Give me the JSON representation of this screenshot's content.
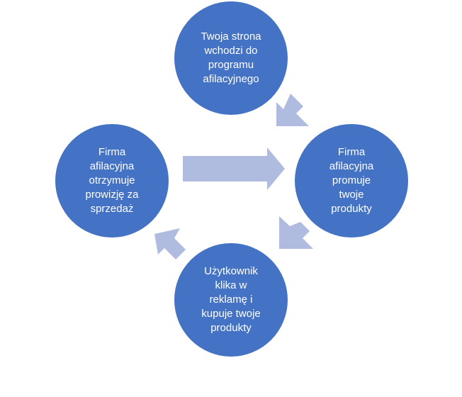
{
  "diagram": {
    "nodes": [
      {
        "id": "top",
        "lines": [
          "Twoja strona",
          "wchodzi do",
          "programu",
          "afilacyjnego"
        ]
      },
      {
        "id": "right",
        "lines": [
          "Firma",
          "afilacyjna",
          "promuje",
          "twoje",
          "produkty"
        ]
      },
      {
        "id": "bottom",
        "lines": [
          "Użytkownik",
          "klika w",
          "reklamę i",
          "kupuje twoje",
          "produkty"
        ]
      },
      {
        "id": "left",
        "lines": [
          "Firma",
          "afilacyjna",
          "otrzymuje",
          "prowizję za",
          "sprzedaż"
        ]
      }
    ]
  },
  "colors": {
    "node_fill": "#4472C4",
    "node_text": "#FFFFFF",
    "arrow_fill": "#AFBCDF"
  }
}
